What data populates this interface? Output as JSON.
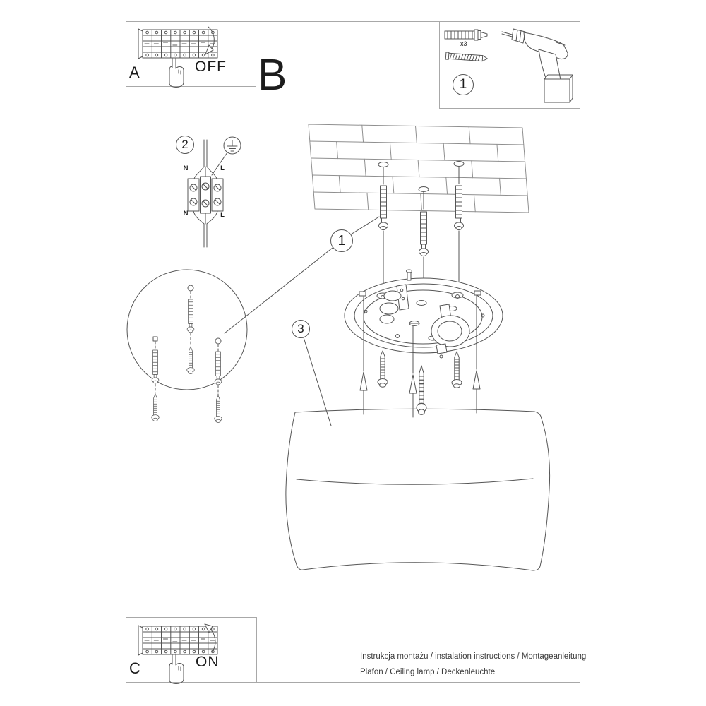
{
  "colors": {
    "background": "#ffffff",
    "line": "#555555",
    "line_light": "#8f8f8f",
    "border": "#a8a8a8",
    "text": "#1c1c1c"
  },
  "steps": {
    "power_off": {
      "label": "A",
      "action": "OFF"
    },
    "section": {
      "label": "B"
    },
    "kit": {
      "step_number": "1",
      "screw_count": "x3"
    },
    "wiring": {
      "step_number": "2",
      "terminal_top_left": "N",
      "terminal_top_right": "L",
      "terminal_bottom_left": "N",
      "terminal_bottom_right": "L"
    },
    "drill_anchors": {
      "step_number": "1"
    },
    "mount_shade": {
      "step_number": "3"
    },
    "power_on": {
      "label": "C",
      "action": "ON"
    }
  },
  "footer": {
    "line1": "Instrukcja montażu / instalation instructions / Montageanleitung",
    "line2": "Plafon / Ceiling lamp / Deckenleuchte"
  },
  "icons": {
    "kit_box": [
      "wall-plug-icon",
      "screw-icon",
      "power-drill-icon"
    ],
    "power_boxes": [
      "breaker-panel-icon",
      "hand-press-icon",
      "curved-arrow-icon"
    ],
    "wiring": [
      "earth-ground-icon",
      "terminal-block-icon",
      "mains-cable-icon"
    ],
    "assembly": [
      "ceiling-grid",
      "wall-anchor-icon",
      "mounting-plate",
      "lamp-shade",
      "magnifier-detail-circle",
      "up-arrow-icon"
    ]
  }
}
